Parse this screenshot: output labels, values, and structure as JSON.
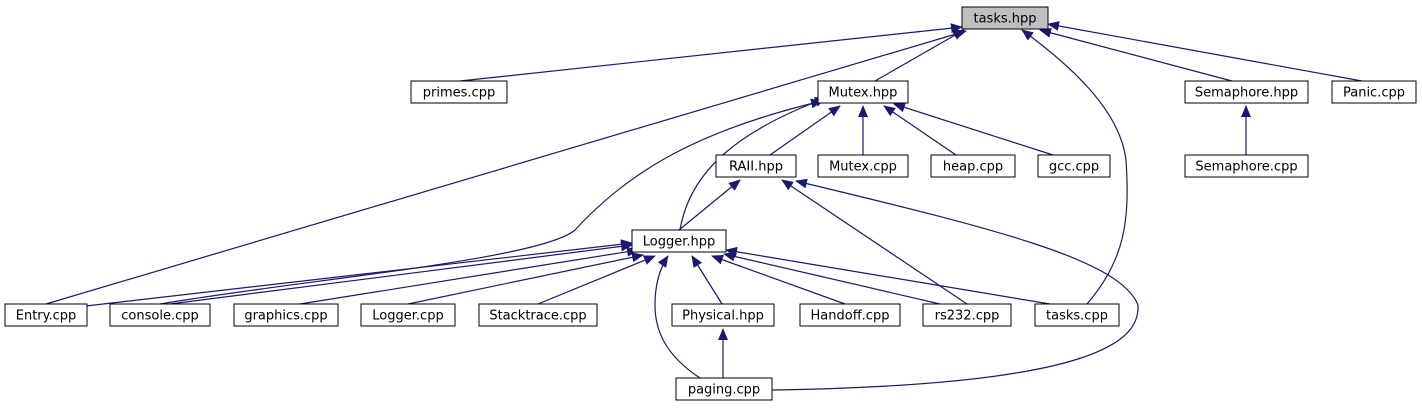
{
  "nodes": [
    {
      "id": "tasks_hpp",
      "label": "tasks.hpp",
      "root": true
    },
    {
      "id": "primes_cpp",
      "label": "primes.cpp"
    },
    {
      "id": "mutex_hpp",
      "label": "Mutex.hpp"
    },
    {
      "id": "semaphore_hpp",
      "label": "Semaphore.hpp"
    },
    {
      "id": "panic_cpp",
      "label": "Panic.cpp"
    },
    {
      "id": "raii_hpp",
      "label": "RAII.hpp"
    },
    {
      "id": "mutex_cpp",
      "label": "Mutex.cpp"
    },
    {
      "id": "heap_cpp",
      "label": "heap.cpp"
    },
    {
      "id": "gcc_cpp",
      "label": "gcc.cpp"
    },
    {
      "id": "semaphore_cpp",
      "label": "Semaphore.cpp"
    },
    {
      "id": "logger_hpp",
      "label": "Logger.hpp"
    },
    {
      "id": "entry_cpp",
      "label": "Entry.cpp"
    },
    {
      "id": "console_cpp",
      "label": "console.cpp"
    },
    {
      "id": "graphics_cpp",
      "label": "graphics.cpp"
    },
    {
      "id": "logger_cpp",
      "label": "Logger.cpp"
    },
    {
      "id": "stacktrace_cpp",
      "label": "Stacktrace.cpp"
    },
    {
      "id": "physical_hpp",
      "label": "Physical.hpp"
    },
    {
      "id": "handoff_cpp",
      "label": "Handoff.cpp"
    },
    {
      "id": "rs232_cpp",
      "label": "rs232.cpp"
    },
    {
      "id": "tasks_cpp",
      "label": "tasks.cpp"
    },
    {
      "id": "paging_cpp",
      "label": "paging.cpp"
    }
  ],
  "edges": [
    {
      "from": "primes_cpp",
      "to": "tasks_hpp"
    },
    {
      "from": "entry_cpp",
      "to": "tasks_hpp"
    },
    {
      "from": "mutex_hpp",
      "to": "tasks_hpp"
    },
    {
      "from": "tasks_cpp",
      "to": "tasks_hpp"
    },
    {
      "from": "semaphore_hpp",
      "to": "tasks_hpp"
    },
    {
      "from": "panic_cpp",
      "to": "tasks_hpp"
    },
    {
      "from": "raii_hpp",
      "to": "mutex_hpp"
    },
    {
      "from": "mutex_cpp",
      "to": "mutex_hpp"
    },
    {
      "from": "heap_cpp",
      "to": "mutex_hpp"
    },
    {
      "from": "gcc_cpp",
      "to": "mutex_hpp"
    },
    {
      "from": "logger_hpp",
      "to": "mutex_hpp"
    },
    {
      "from": "console_cpp",
      "to": "mutex_hpp"
    },
    {
      "from": "semaphore_cpp",
      "to": "semaphore_hpp"
    },
    {
      "from": "logger_hpp",
      "to": "raii_hpp"
    },
    {
      "from": "rs232_cpp",
      "to": "raii_hpp"
    },
    {
      "from": "paging_cpp",
      "to": "raii_hpp"
    },
    {
      "from": "entry_cpp",
      "to": "logger_hpp"
    },
    {
      "from": "console_cpp",
      "to": "logger_hpp"
    },
    {
      "from": "graphics_cpp",
      "to": "logger_hpp"
    },
    {
      "from": "logger_cpp",
      "to": "logger_hpp"
    },
    {
      "from": "stacktrace_cpp",
      "to": "logger_hpp"
    },
    {
      "from": "paging_cpp",
      "to": "logger_hpp"
    },
    {
      "from": "physical_hpp",
      "to": "logger_hpp"
    },
    {
      "from": "handoff_cpp",
      "to": "logger_hpp"
    },
    {
      "from": "rs232_cpp",
      "to": "logger_hpp"
    },
    {
      "from": "tasks_cpp",
      "to": "logger_hpp"
    },
    {
      "from": "paging_cpp",
      "to": "physical_hpp"
    }
  ],
  "colors": {
    "edge": "#191970",
    "root_fill": "#bfbfbf",
    "node_fill": "#ffffff",
    "border": "#000000"
  }
}
